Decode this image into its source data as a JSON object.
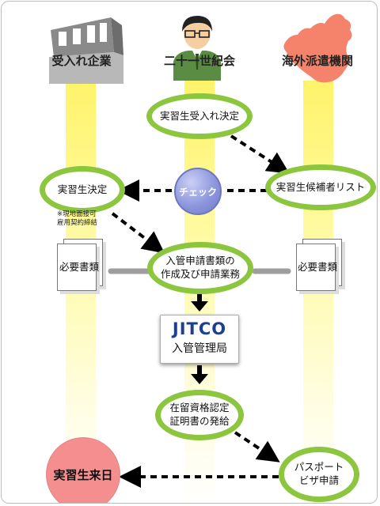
{
  "columns": {
    "company": "受入れ企業",
    "association": "二十一世紀会",
    "overseas": "海外派遣機関"
  },
  "steps": {
    "accept_decision": "実習生受入れ決定",
    "candidate_list": "実習生候補者リスト",
    "check": "チェック",
    "trainee_decision": "実習生決定",
    "note": "※現地面接可\n雇用契約締結",
    "immigration_docs_1": "入管申請書類の",
    "immigration_docs_2": "作成及び申請業務",
    "required_docs_left": "必要書類",
    "required_docs_right": "必要書類",
    "jitco_brand": "JITCO",
    "jitco_sub": "入管管理局",
    "coe_1": "在留資格認定",
    "coe_2": "証明書の発給",
    "passport_1": "パスポート",
    "passport_2": "ビザ申請",
    "arrival": "実習生来日"
  },
  "colors": {
    "oval_border": "#8cc63f",
    "beam": "#fff36a",
    "check": "#8e97dc",
    "arrival": "#f58e8e",
    "jitco": "#1d3f91"
  },
  "icons": [
    "building-icon",
    "person-icon",
    "china-map-icon"
  ]
}
